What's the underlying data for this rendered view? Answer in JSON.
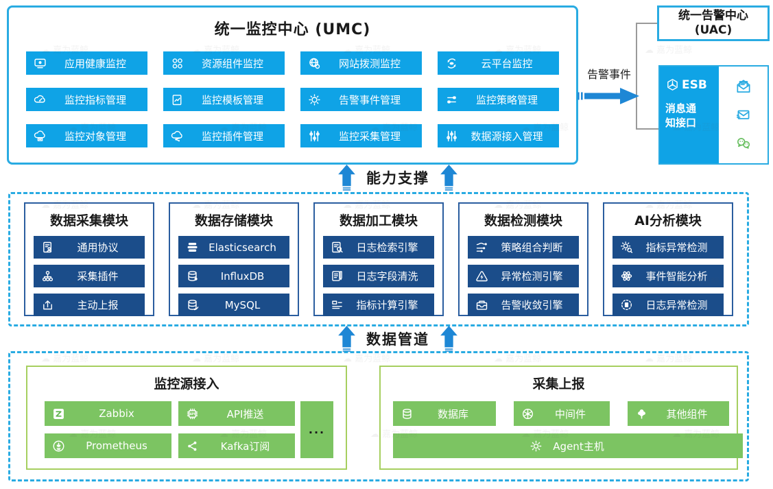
{
  "colors": {
    "accent_blue": "#29abe2",
    "button_blue": "#0fa3e6",
    "navy": "#1b4d8a",
    "green": "#7cc462",
    "arrow_blue": "#1e87d5"
  },
  "umc": {
    "title": "统一监控中心 (UMC)",
    "items": [
      {
        "label": "应用健康监控",
        "name": "app-health-monitoring",
        "icon": "monitor-eye"
      },
      {
        "label": "资源组件监控",
        "name": "resource-component-monitoring",
        "icon": "components"
      },
      {
        "label": "网站拨测监控",
        "name": "website-dial-test-monitoring",
        "icon": "globe-probe"
      },
      {
        "label": "云平台监控",
        "name": "cloud-platform-monitoring",
        "icon": "cloud-sync"
      },
      {
        "label": "监控指标管理",
        "name": "metric-management",
        "icon": "cloud-gauge"
      },
      {
        "label": "监控模板管理",
        "name": "template-management",
        "icon": "doc-chart"
      },
      {
        "label": "告警事件管理",
        "name": "alarm-event-management",
        "icon": "gear-alarm"
      },
      {
        "label": "监控策略管理",
        "name": "strategy-management",
        "icon": "policy-toggles"
      },
      {
        "label": "监控对象管理",
        "name": "object-management",
        "icon": "cloud-objects"
      },
      {
        "label": "监控插件管理",
        "name": "plugin-management",
        "icon": "cloud-plugin"
      },
      {
        "label": "监控采集管理",
        "name": "collection-management",
        "icon": "sliders-v"
      },
      {
        "label": "数据源接入管理",
        "name": "datasource-access-management",
        "icon": "sliders-v2"
      }
    ]
  },
  "uac": {
    "title_line1": "统一告警中心",
    "title_line2": "(UAC)",
    "esb_label": "ESB",
    "esb_sub": "消息通知接口",
    "channels": [
      "open-mail",
      "mail",
      "wechat"
    ]
  },
  "alarm_event_label": "告警事件",
  "bands": {
    "capability": "能力支撑",
    "pipeline": "数据管道"
  },
  "modules": [
    {
      "title": "数据采集模块",
      "name": "data-collection-module",
      "items": [
        {
          "label": "通用协议",
          "name": "generic-protocol",
          "icon": "doc-person"
        },
        {
          "label": "采集插件",
          "name": "collector-plugin",
          "icon": "org"
        },
        {
          "label": "主动上报",
          "name": "active-report",
          "icon": "upload"
        }
      ]
    },
    {
      "title": "数据存储模块",
      "name": "data-storage-module",
      "items": [
        {
          "label": "Elasticsearch",
          "name": "elasticsearch",
          "icon": "es"
        },
        {
          "label": "InfluxDB",
          "name": "influxdb",
          "icon": "influx"
        },
        {
          "label": "MySQL",
          "name": "mysql",
          "icon": "mysql"
        }
      ]
    },
    {
      "title": "数据加工模块",
      "name": "data-processing-module",
      "items": [
        {
          "label": "日志检索引擎",
          "name": "log-search-engine",
          "icon": "doc-search"
        },
        {
          "label": "日志字段清洗",
          "name": "log-field-cleaning",
          "icon": "doc-pen"
        },
        {
          "label": "指标计算引擎",
          "name": "metric-calc-engine",
          "icon": "metric-calc"
        }
      ]
    },
    {
      "title": "数据检测模块",
      "name": "data-detection-module",
      "items": [
        {
          "label": "策略组合判断",
          "name": "strategy-combination-judge",
          "icon": "strategy"
        },
        {
          "label": "异常检测引擎",
          "name": "anomaly-detection-engine",
          "icon": "warn-bolt"
        },
        {
          "label": "告警收敛引擎",
          "name": "alarm-convergence-engine",
          "icon": "converge"
        }
      ]
    },
    {
      "title": "AI分析模块",
      "name": "ai-analysis-module",
      "items": [
        {
          "label": "指标异常检测",
          "name": "metric-anomaly-detection",
          "icon": "gear-search"
        },
        {
          "label": "事件智能分析",
          "name": "event-intelligent-analysis",
          "icon": "atom"
        },
        {
          "label": "日志异常检测",
          "name": "log-anomaly-detection",
          "icon": "log-ai"
        }
      ]
    }
  ],
  "sources": {
    "title": "监控源接入",
    "items": [
      {
        "label": "Zabbix",
        "name": "zabbix",
        "icon": "zabbix"
      },
      {
        "label": "API推送",
        "name": "api-push",
        "icon": "chip-api"
      },
      {
        "label": "Prometheus",
        "name": "prometheus",
        "icon": "prometheus"
      },
      {
        "label": "Kafka订阅",
        "name": "kafka-subscribe",
        "icon": "kafka-share"
      }
    ],
    "more": "..."
  },
  "report": {
    "title": "采集上报",
    "items": [
      {
        "label": "数据库",
        "name": "database",
        "icon": "db"
      },
      {
        "label": "中间件",
        "name": "middleware",
        "icon": "middleware"
      },
      {
        "label": "其他组件",
        "name": "other-components",
        "icon": "tree"
      }
    ],
    "wide_item": {
      "label": "Agent主机",
      "name": "agent-host",
      "icon": "host-gear"
    }
  },
  "watermark": "嘉为蓝鲸"
}
